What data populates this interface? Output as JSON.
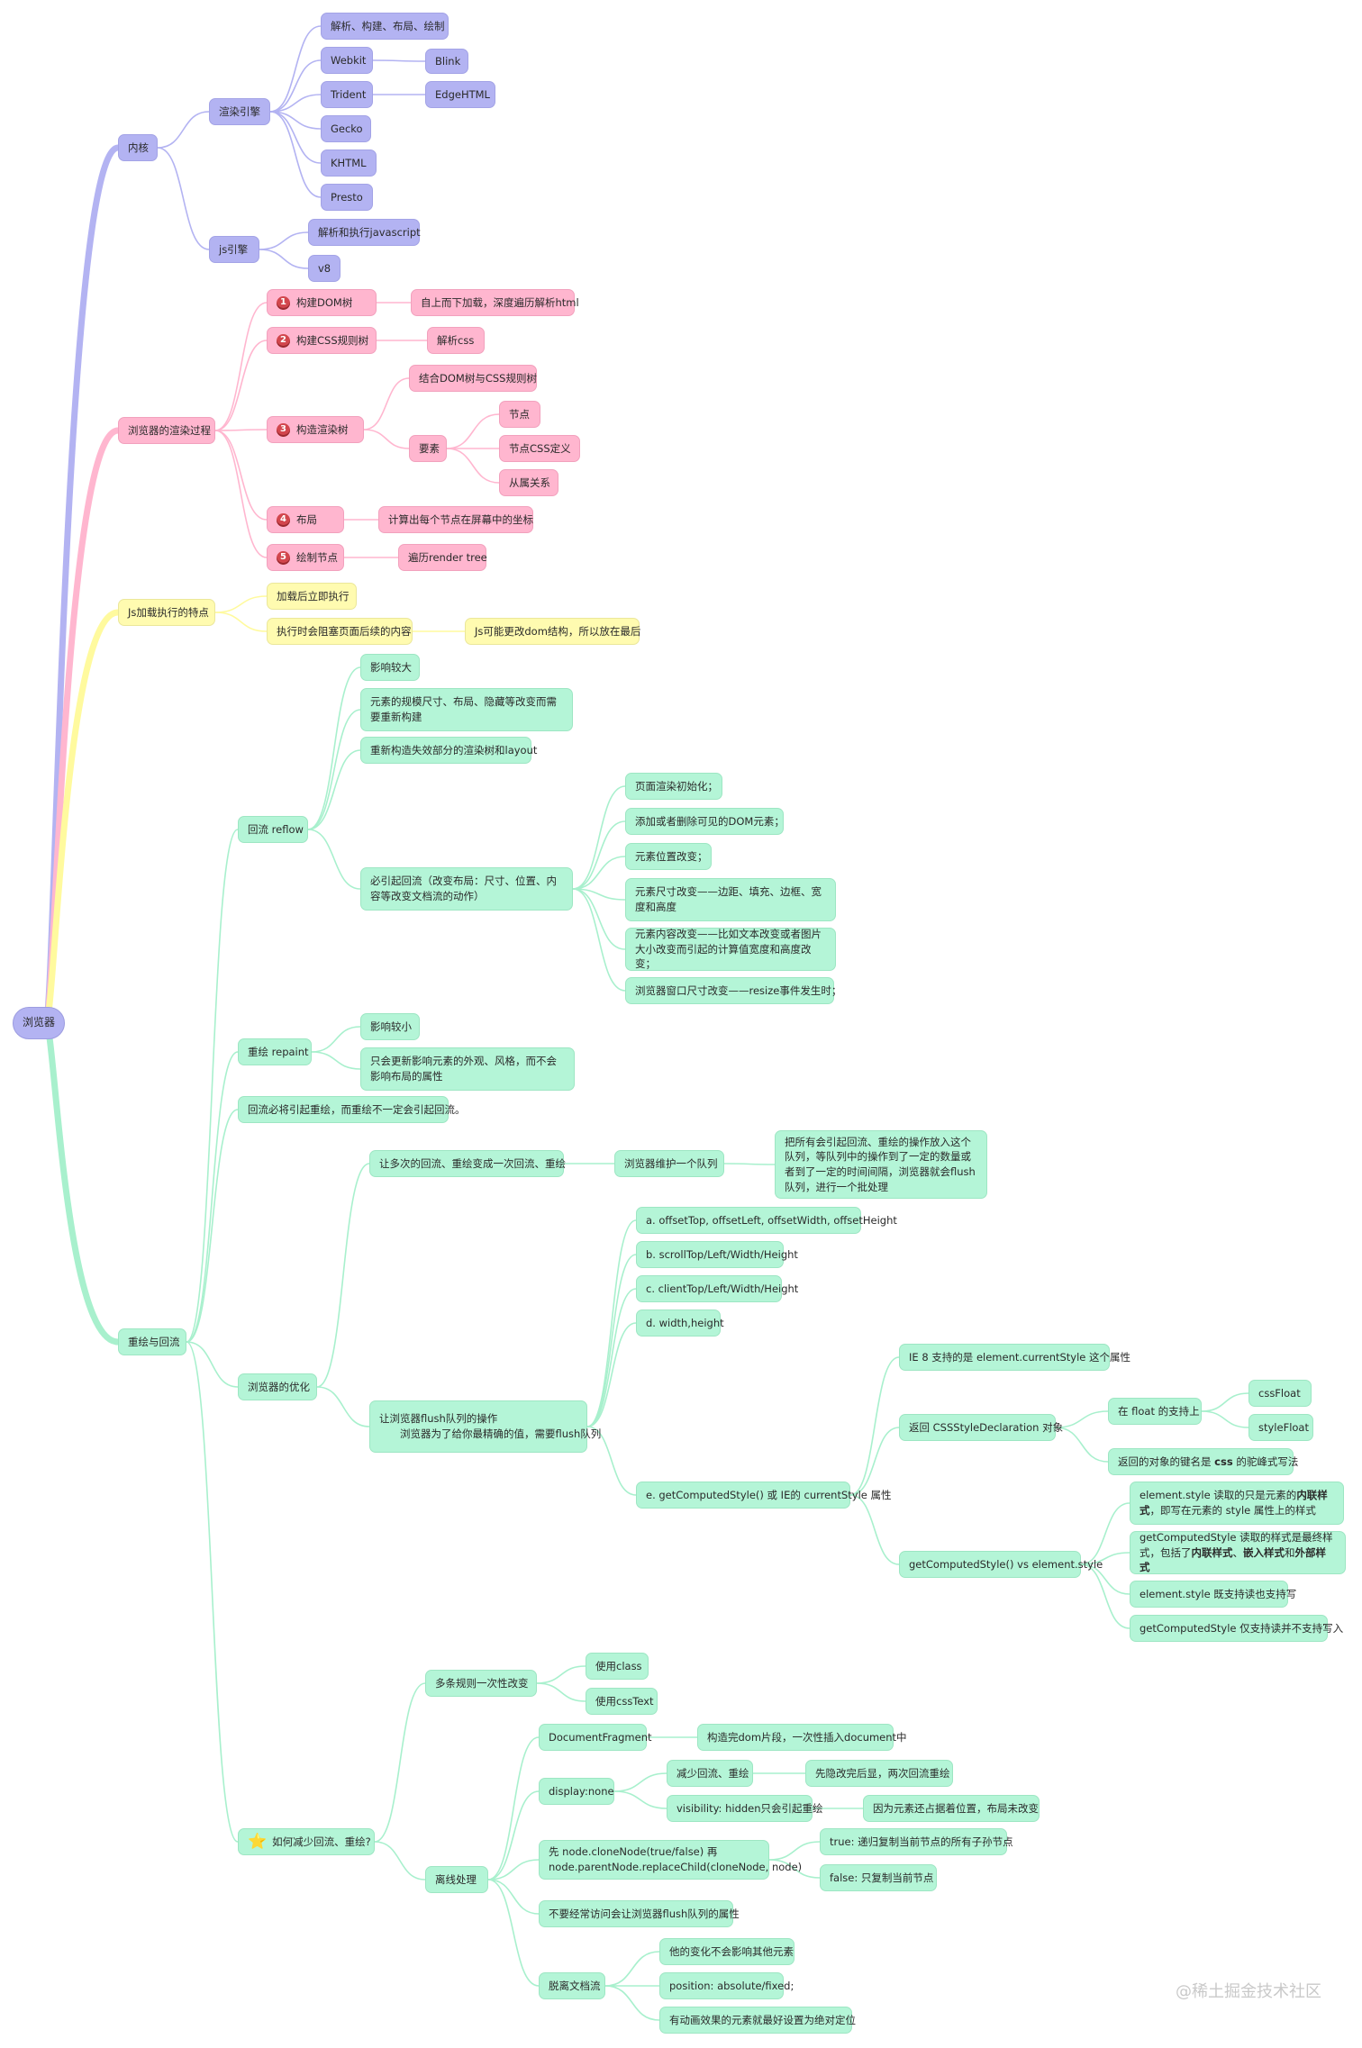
{
  "mindmap": {
    "root": "浏览器",
    "nodes": [
      {
        "id": "n1",
        "parent": "root",
        "label": "内核",
        "color": "purple"
      },
      {
        "id": "n1_1",
        "parent": "n1",
        "label": "渲染引擎",
        "color": "purple"
      },
      {
        "id": "n1_1_1",
        "parent": "n1_1",
        "label": "解析、构建、布局、绘制",
        "color": "purple"
      },
      {
        "id": "n1_1_2",
        "parent": "n1_1",
        "label": "Webkit",
        "color": "purple"
      },
      {
        "id": "n1_1_2_1",
        "parent": "n1_1_2",
        "label": "Blink",
        "color": "purple"
      },
      {
        "id": "n1_1_3",
        "parent": "n1_1",
        "label": "Trident",
        "color": "purple"
      },
      {
        "id": "n1_1_3_1",
        "parent": "n1_1_3",
        "label": "EdgeHTML",
        "color": "purple"
      },
      {
        "id": "n1_1_4",
        "parent": "n1_1",
        "label": "Gecko",
        "color": "purple"
      },
      {
        "id": "n1_1_5",
        "parent": "n1_1",
        "label": "KHTML",
        "color": "purple"
      },
      {
        "id": "n1_1_6",
        "parent": "n1_1",
        "label": "Presto",
        "color": "purple"
      },
      {
        "id": "n1_2",
        "parent": "n1",
        "label": "js引擎",
        "color": "purple"
      },
      {
        "id": "n1_2_1",
        "parent": "n1_2",
        "label": "解析和执行javascript",
        "color": "purple"
      },
      {
        "id": "n1_2_2",
        "parent": "n1_2",
        "label": "v8",
        "color": "purple"
      },
      {
        "id": "n2",
        "parent": "root",
        "label": "浏览器的渲染过程",
        "color": "pink"
      },
      {
        "id": "n2_1",
        "parent": "n2",
        "label": "构建DOM树",
        "badge": "1",
        "color": "pink"
      },
      {
        "id": "n2_1_1",
        "parent": "n2_1",
        "label": "自上而下加载，深度遍历解析html",
        "color": "pink"
      },
      {
        "id": "n2_2",
        "parent": "n2",
        "label": "构建CSS规则树",
        "badge": "2",
        "color": "pink"
      },
      {
        "id": "n2_2_1",
        "parent": "n2_2",
        "label": "解析css",
        "color": "pink"
      },
      {
        "id": "n2_3",
        "parent": "n2",
        "label": "构造渲染树",
        "badge": "3",
        "color": "pink"
      },
      {
        "id": "n2_3_1",
        "parent": "n2_3",
        "label": "结合DOM树与CSS规则树",
        "color": "pink"
      },
      {
        "id": "n2_3_2",
        "parent": "n2_3",
        "label": "要素",
        "color": "pink"
      },
      {
        "id": "n2_3_2_1",
        "parent": "n2_3_2",
        "label": "节点",
        "color": "pink"
      },
      {
        "id": "n2_3_2_2",
        "parent": "n2_3_2",
        "label": "节点CSS定义",
        "color": "pink"
      },
      {
        "id": "n2_3_2_3",
        "parent": "n2_3_2",
        "label": "从属关系",
        "color": "pink"
      },
      {
        "id": "n2_4",
        "parent": "n2",
        "label": "布局",
        "badge": "4",
        "color": "pink"
      },
      {
        "id": "n2_4_1",
        "parent": "n2_4",
        "label": "计算出每个节点在屏幕中的坐标",
        "color": "pink"
      },
      {
        "id": "n2_5",
        "parent": "n2",
        "label": "绘制节点",
        "badge": "5",
        "color": "pink"
      },
      {
        "id": "n2_5_1",
        "parent": "n2_5",
        "label": "遍历render tree",
        "color": "pink"
      },
      {
        "id": "n3",
        "parent": "root",
        "label": "Js加载执行的特点",
        "color": "yellow"
      },
      {
        "id": "n3_1",
        "parent": "n3",
        "label": "加载后立即执行",
        "color": "yellow"
      },
      {
        "id": "n3_2",
        "parent": "n3",
        "label": "执行时会阻塞页面后续的内容",
        "color": "yellow"
      },
      {
        "id": "n3_2_1",
        "parent": "n3_2",
        "label": "Js可能更改dom结构，所以放在最后",
        "color": "yellow"
      },
      {
        "id": "n4",
        "parent": "root",
        "label": "重绘与回流",
        "color": "green"
      },
      {
        "id": "n4_1",
        "parent": "n4",
        "label": "回流 reflow",
        "color": "green"
      },
      {
        "id": "n4_1_1",
        "parent": "n4_1",
        "label": "影响较大",
        "color": "green"
      },
      {
        "id": "n4_1_2",
        "parent": "n4_1",
        "label": "元素的规模尺寸、布局、隐藏等改变而需要重新构建",
        "color": "green"
      },
      {
        "id": "n4_1_3",
        "parent": "n4_1",
        "label": "重新构造失效部分的渲染树和layout",
        "color": "green"
      },
      {
        "id": "n4_1_4",
        "parent": "n4_1",
        "label": "必引起回流（改变布局：尺寸、位置、内容等改变文档流的动作）",
        "color": "green"
      },
      {
        "id": "n4_1_4_1",
        "parent": "n4_1_4",
        "label": "页面渲染初始化；",
        "color": "green"
      },
      {
        "id": "n4_1_4_2",
        "parent": "n4_1_4",
        "label": "添加或者删除可见的DOM元素；",
        "color": "green"
      },
      {
        "id": "n4_1_4_3",
        "parent": "n4_1_4",
        "label": "元素位置改变；",
        "color": "green"
      },
      {
        "id": "n4_1_4_4",
        "parent": "n4_1_4",
        "label": "元素尺寸改变——边距、填充、边框、宽度和高度",
        "color": "green"
      },
      {
        "id": "n4_1_4_5",
        "parent": "n4_1_4",
        "label": "元素内容改变——比如文本改变或者图片大小改变而引起的计算值宽度和高度改变；",
        "color": "green"
      },
      {
        "id": "n4_1_4_6",
        "parent": "n4_1_4",
        "label": "浏览器窗口尺寸改变——resize事件发生时；",
        "color": "green"
      },
      {
        "id": "n4_2",
        "parent": "n4",
        "label": "重绘 repaint",
        "color": "green"
      },
      {
        "id": "n4_2_1",
        "parent": "n4_2",
        "label": "影响较小",
        "color": "green"
      },
      {
        "id": "n4_2_2",
        "parent": "n4_2",
        "label": "只会更新影响元素的外观、风格，而不会影响布局的属性",
        "color": "green"
      },
      {
        "id": "n4_3",
        "parent": "n4",
        "label": "回流必将引起重绘，而重绘不一定会引起回流。",
        "color": "green"
      },
      {
        "id": "n4_4",
        "parent": "n4",
        "label": "浏览器的优化",
        "color": "green"
      },
      {
        "id": "n4_4_1",
        "parent": "n4_4",
        "label": "让多次的回流、重绘变成一次回流、重绘",
        "color": "green"
      },
      {
        "id": "n4_4_1_1",
        "parent": "n4_4_1",
        "label": "浏览器维护一个队列",
        "color": "green"
      },
      {
        "id": "n4_4_1_1_1",
        "parent": "n4_4_1_1",
        "label": "把所有会引起回流、重绘的操作放入这个队列，等队列中的操作到了一定的数量或者到了一定的时间间隔，浏览器就会flush队列，进行一个批处理",
        "color": "green"
      },
      {
        "id": "n4_4_2",
        "parent": "n4_4",
        "label": "让浏览器flush队列的操作\n　　浏览器为了给你最精确的值，需要flush队列",
        "color": "green"
      },
      {
        "id": "n4_4_2_1",
        "parent": "n4_4_2",
        "label": "a. offsetTop, offsetLeft, offsetWidth, offsetHeight",
        "color": "green"
      },
      {
        "id": "n4_4_2_2",
        "parent": "n4_4_2",
        "label": "b. scrollTop/Left/Width/Height",
        "color": "green"
      },
      {
        "id": "n4_4_2_3",
        "parent": "n4_4_2",
        "label": "c. clientTop/Left/Width/Height",
        "color": "green"
      },
      {
        "id": "n4_4_2_4",
        "parent": "n4_4_2",
        "label": "d. width,height",
        "color": "green"
      },
      {
        "id": "n4_4_2_5",
        "parent": "n4_4_2",
        "label": "e. getComputedStyle() 或 IE的 currentStyle 属性",
        "color": "green"
      },
      {
        "id": "n4_4_2_5_1",
        "parent": "n4_4_2_5",
        "label": "IE 8 支持的是 element.currentStyle 这个属性",
        "color": "green"
      },
      {
        "id": "n4_4_2_5_2",
        "parent": "n4_4_2_5",
        "label": "返回 CSSStyleDeclaration 对象",
        "color": "green"
      },
      {
        "id": "n4_4_2_5_2_1",
        "parent": "n4_4_2_5_2",
        "label": "在 float 的支持上",
        "color": "green"
      },
      {
        "id": "n4_4_2_5_2_1_1",
        "parent": "n4_4_2_5_2_1",
        "label": "cssFloat",
        "color": "green"
      },
      {
        "id": "n4_4_2_5_2_1_2",
        "parent": "n4_4_2_5_2_1",
        "label": "styleFloat",
        "color": "green"
      },
      {
        "id": "n4_4_2_5_2_2",
        "parent": "n4_4_2_5_2",
        "label": "返回的对象的键名是 css 的驼峰式写法",
        "color": "green"
      },
      {
        "id": "n4_4_2_5_3",
        "parent": "n4_4_2_5",
        "label": "getComputedStyle() vs element.style",
        "color": "green"
      },
      {
        "id": "n4_4_2_5_3_1",
        "parent": "n4_4_2_5_3",
        "label": "element.style 读取的只是元素的内联样式，即写在元素的 style 属性上的样式",
        "color": "green"
      },
      {
        "id": "n4_4_2_5_3_2",
        "parent": "n4_4_2_5_3",
        "label": "getComputedStyle 读取的样式是最终样式，包括了内联样式、嵌入样式和外部样式",
        "color": "green"
      },
      {
        "id": "n4_4_2_5_3_3",
        "parent": "n4_4_2_5_3",
        "label": "element.style 既支持读也支持写",
        "color": "green"
      },
      {
        "id": "n4_4_2_5_3_4",
        "parent": "n4_4_2_5_3",
        "label": "getComputedStyle 仅支持读并不支持写入",
        "color": "green"
      },
      {
        "id": "n4_5",
        "parent": "n4",
        "label": "如何减少回流、重绘?",
        "star": true,
        "color": "green"
      },
      {
        "id": "n4_5_1",
        "parent": "n4_5",
        "label": "多条规则一次性改变",
        "color": "green"
      },
      {
        "id": "n4_5_1_1",
        "parent": "n4_5_1",
        "label": "使用class",
        "color": "green"
      },
      {
        "id": "n4_5_1_2",
        "parent": "n4_5_1",
        "label": "使用cssText",
        "color": "green"
      },
      {
        "id": "n4_5_2",
        "parent": "n4_5",
        "label": "离线处理",
        "color": "green"
      },
      {
        "id": "n4_5_2_1",
        "parent": "n4_5_2",
        "label": "DocumentFragment",
        "color": "green"
      },
      {
        "id": "n4_5_2_1_1",
        "parent": "n4_5_2_1",
        "label": "构造完dom片段，一次性插入document中",
        "color": "green"
      },
      {
        "id": "n4_5_2_2",
        "parent": "n4_5_2",
        "label": "display:none",
        "color": "green"
      },
      {
        "id": "n4_5_2_2_1",
        "parent": "n4_5_2_2",
        "label": "减少回流、重绘",
        "color": "green"
      },
      {
        "id": "n4_5_2_2_1_1",
        "parent": "n4_5_2_2_1",
        "label": "先隐改完后显，两次回流重绘",
        "color": "green"
      },
      {
        "id": "n4_5_2_2_2",
        "parent": "n4_5_2_2",
        "label": "visibility: hidden只会引起重绘",
        "color": "green"
      },
      {
        "id": "n4_5_2_2_2_1",
        "parent": "n4_5_2_2_2",
        "label": "因为元素还占据着位置，布局未改变",
        "color": "green"
      },
      {
        "id": "n4_5_2_3",
        "parent": "n4_5_2",
        "label": "先 node.cloneNode(true/false) 再\nnode.parentNode.replaceChild(cloneNode, node)",
        "color": "green"
      },
      {
        "id": "n4_5_2_3_1",
        "parent": "n4_5_2_3",
        "label": "true: 递归复制当前节点的所有子孙节点",
        "color": "green"
      },
      {
        "id": "n4_5_2_3_2",
        "parent": "n4_5_2_3",
        "label": "false: 只复制当前节点",
        "color": "green"
      },
      {
        "id": "n4_5_2_4",
        "parent": "n4_5_2",
        "label": "不要经常访问会让浏览器flush队列的属性",
        "color": "green"
      },
      {
        "id": "n4_5_2_5",
        "parent": "n4_5_2",
        "label": "脱离文档流",
        "color": "green"
      },
      {
        "id": "n4_5_2_5_1",
        "parent": "n4_5_2_5",
        "label": "他的变化不会影响其他元素",
        "color": "green"
      },
      {
        "id": "n4_5_2_5_2",
        "parent": "n4_5_2_5",
        "label": "position: absolute/fixed;",
        "color": "green"
      },
      {
        "id": "n4_5_2_5_3",
        "parent": "n4_5_2_5",
        "label": "有动画效果的元素就最好设置为绝对定位",
        "color": "green"
      }
    ]
  },
  "palette": {
    "purple": "#b3b3f2",
    "pink": "#ffb6cf",
    "yellow": "#fffbb0",
    "green": "#b4f5d7",
    "purple_line": "#b3b3f2",
    "pink_line": "#ffb6cf",
    "yellow_line": "#fffa9e",
    "green_line": "#a8f0cd"
  },
  "watermark": "@稀土掘金技术社区"
}
